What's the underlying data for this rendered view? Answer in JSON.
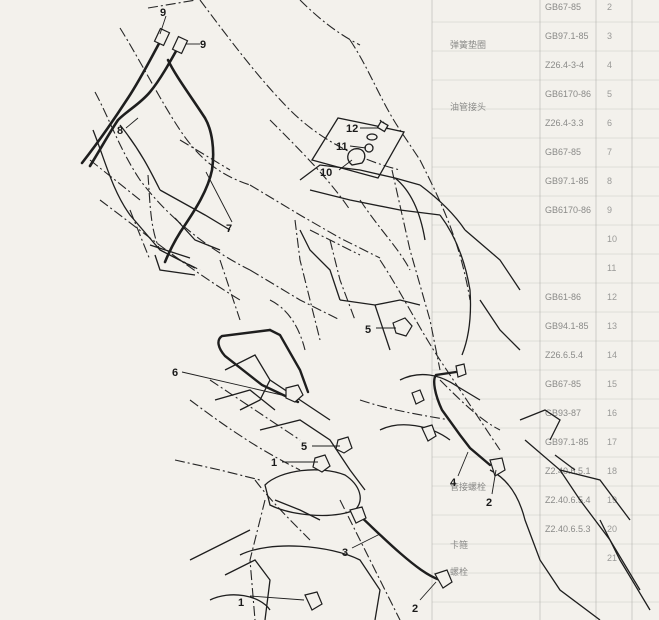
{
  "callouts": [
    "1",
    "2",
    "3",
    "4",
    "5",
    "6",
    "7",
    "8",
    "9",
    "10",
    "11",
    "12"
  ],
  "bleed_text": {
    "row_numbers": [
      "2",
      "3",
      "4",
      "5",
      "6",
      "7",
      "8",
      "9",
      "10",
      "11",
      "12",
      "13",
      "14",
      "15",
      "16",
      "17",
      "18",
      "19",
      "20",
      "21"
    ],
    "part_codes": [
      "GB67-85",
      "GB97.1-85",
      "Z26.4-3-4",
      "GB6170-86",
      "Z26.4-3.3",
      "GB67-85",
      "GB97.1-85",
      "GB6170-86",
      "GB61-86",
      "GB94.1-85",
      "Z26.6.5.4",
      "GB67-85",
      "GB93-87",
      "GB97.1-85",
      "Z2.40.6.5.1",
      "Z2.40.6.5.4",
      "Z2.40.6.5.3"
    ],
    "notes": [
      "弹簧垫圈",
      "油管接头",
      "管接螺栓",
      "卡箍",
      "螺栓"
    ]
  },
  "colors": {
    "paper": "#f3f1ec",
    "line": "#1e1e1e",
    "bleed": "#9a9a98"
  }
}
